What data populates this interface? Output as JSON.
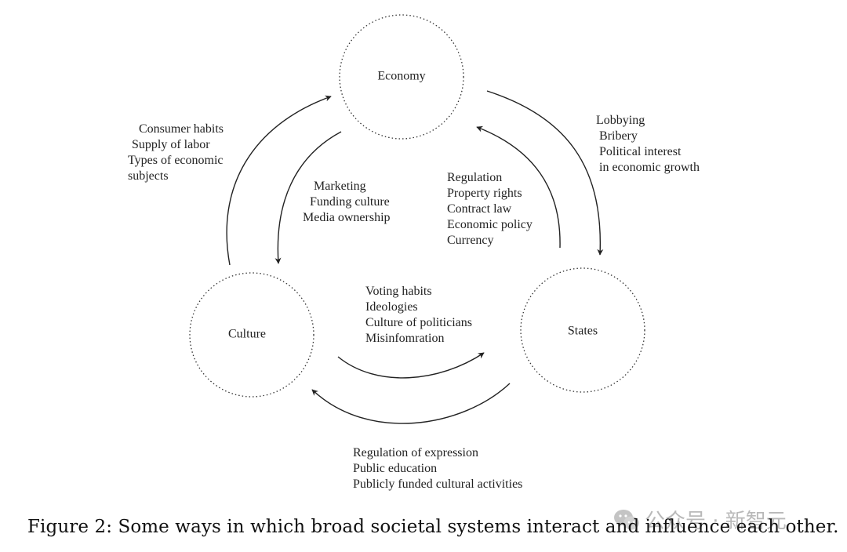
{
  "nodes": {
    "economy": "Economy",
    "culture": "Culture",
    "states": "States"
  },
  "edges": {
    "economy_to_states": [
      "Lobbying",
      "Bribery",
      "Political interest",
      "in economic growth"
    ],
    "states_to_economy": [
      "Regulation",
      "Property rights",
      "Contract law",
      "Economic policy",
      "Currency"
    ],
    "economy_to_culture": [
      "Marketing",
      "Funding culture",
      "Media ownership"
    ],
    "culture_to_economy": [
      "Consumer habits",
      "Supply of labor",
      "Types of economic",
      "subjects"
    ],
    "culture_to_states": [
      "Voting habits",
      "Ideologies",
      "Culture of politicians",
      "Misinfomration"
    ],
    "states_to_culture": [
      "Regulation of expression",
      "Public education",
      "Publicly funded cultural activities"
    ]
  },
  "caption": "Figure 2: Some ways in which broad societal systems interact and influence each other.",
  "watermark": "公众号 · 新智元"
}
